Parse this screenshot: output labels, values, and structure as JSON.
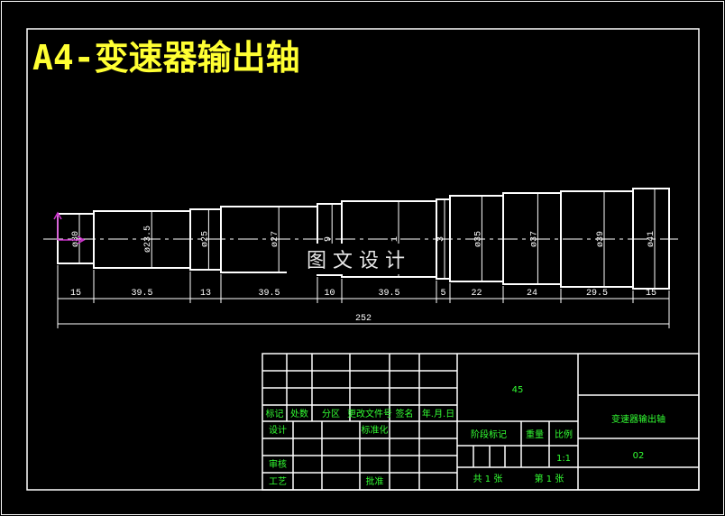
{
  "title": "A4-变速器输出轴",
  "watermark": "图 文 设 计",
  "colors": {
    "background": "#000000",
    "lines": "#ffffff",
    "title": "#ffff33",
    "table_text": "#33ff33",
    "ucs_icon": "#cc33cc"
  },
  "shaft": {
    "diameters": [
      "ø30",
      "ø23.5",
      "ø25",
      "ø27",
      "9",
      "1",
      "3",
      "ø35",
      "ø37",
      "ø39",
      "ø41"
    ],
    "lengths": [
      "15",
      "39.5",
      "13",
      "39.5",
      "10",
      "39.5",
      "5",
      "22",
      "24",
      "29.5",
      "15"
    ],
    "total_length": "252"
  },
  "title_block": {
    "headers": [
      "标记",
      "处数",
      "分区",
      "更改文件号",
      "签名",
      "年.月.日"
    ],
    "design": "设计",
    "standardize": "标准化",
    "review": "审核",
    "process": "工艺",
    "approve": "批准",
    "material": "45",
    "stage_mark": "阶段标记",
    "weight": "重量",
    "scale_label": "比例",
    "scale": "1:1",
    "sheets_total": "共  1  张",
    "sheet_number": "第  1  张",
    "part_name": "变速器输出轴",
    "drawing_number": "02"
  }
}
